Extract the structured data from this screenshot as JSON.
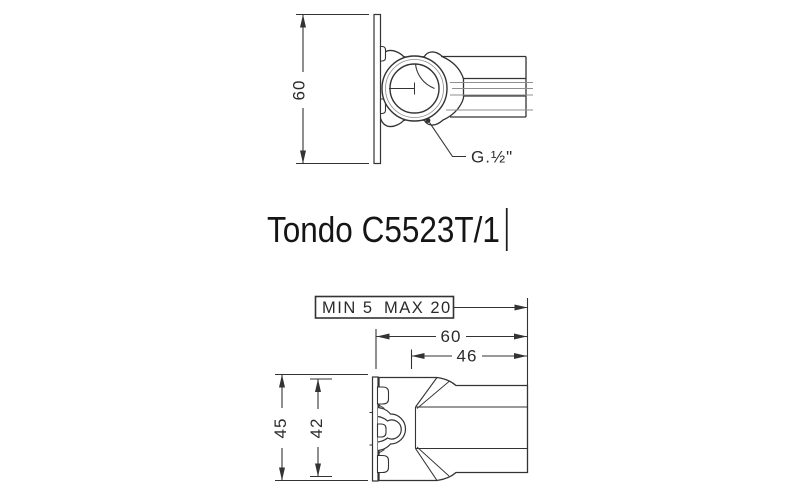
{
  "title": {
    "text": "Tondo C5523T/1"
  },
  "colors": {
    "line": "#333333",
    "gray": "#8f8f8f",
    "text": "#1a1a1a"
  },
  "top_view": {
    "height_dim": "60",
    "thread_label": "G.½\""
  },
  "bottom_view": {
    "depth_box": {
      "min_label": "MIN 5",
      "max_label": "MAX 20"
    },
    "width_dim": "60",
    "inner_width_dim": "46",
    "outer_height_dim": "45",
    "inner_height_dim": "42"
  }
}
